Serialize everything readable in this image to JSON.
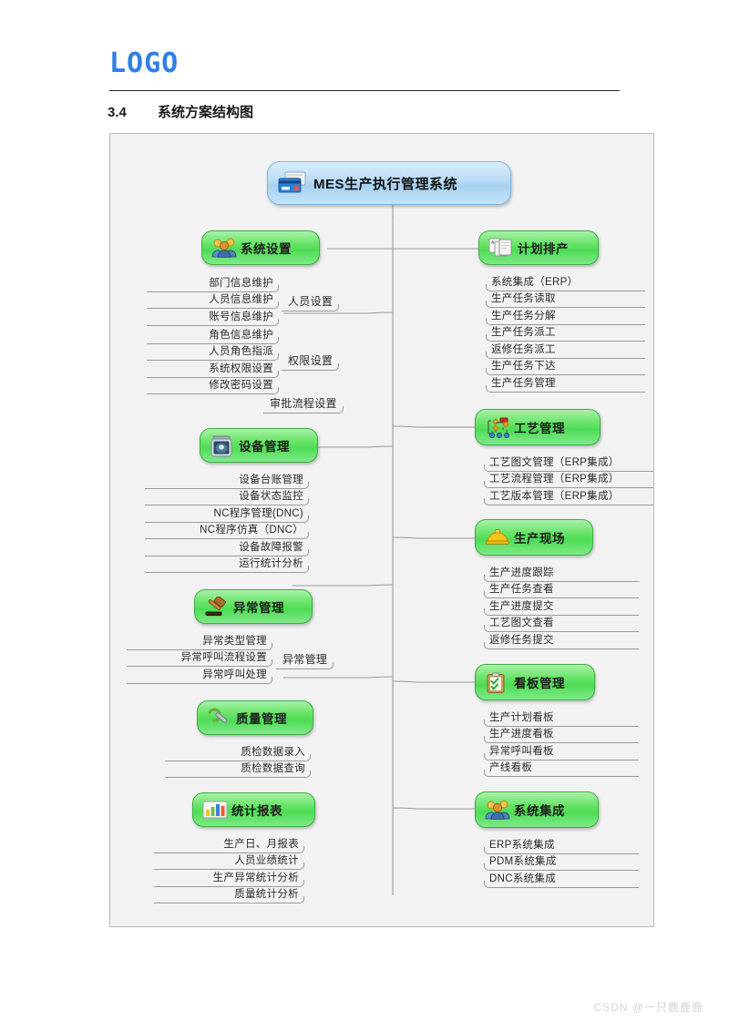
{
  "header": {
    "logo": "LOGO",
    "section_number": "3.4",
    "section_title": "系统方案结构图"
  },
  "watermark": "CSDN @一只鹿鹿鹿",
  "colors": {
    "logo_blue": "#2f7fe8",
    "node_green": "#4edc55",
    "node_green_border": "#3fae43",
    "root_blue": "#a6d1f2",
    "root_blue_border": "#7fb6dd",
    "frame_bg": "#f2f2f2",
    "frame_border": "#b9b9b9",
    "wire": "#9a9a9a",
    "text": "#2b2b2b"
  },
  "diagram": {
    "root": {
      "label": "MES生产执行管理系统",
      "icon": "cards-icon"
    },
    "left_branches": [
      {
        "label": "系统设置",
        "icon": "users-group-icon",
        "groups": [
          {
            "label": "人员设置",
            "items": [
              "部门信息维护",
              "人员信息维护",
              "账号信息维护"
            ]
          },
          {
            "label": "权限设置",
            "items": [
              "角色信息维护",
              "人员角色指派",
              "系统权限设置",
              "修改密码设置"
            ]
          },
          {
            "label": "审批流程设置",
            "items": []
          }
        ]
      },
      {
        "label": "设备管理",
        "icon": "machine-icon",
        "groups": [
          {
            "label": "",
            "items": [
              "设备台账管理",
              "设备状态监控",
              "NC程序管理(DNC)",
              "NC程序仿真（DNC）",
              "设备故障报警",
              "运行统计分析"
            ]
          }
        ]
      },
      {
        "label": "异常管理",
        "icon": "gavel-icon",
        "groups": [
          {
            "label": "异常管理",
            "items": [
              "异常类型管理",
              "异常呼叫流程设置",
              "异常呼叫处理"
            ]
          }
        ]
      },
      {
        "label": "质量管理",
        "icon": "caliper-icon",
        "groups": [
          {
            "label": "",
            "items": [
              "质检数据录入",
              "质检数据查询"
            ]
          }
        ]
      },
      {
        "label": "统计报表",
        "icon": "bar-chart-icon",
        "groups": [
          {
            "label": "",
            "items": [
              "生产日、月报表",
              "人员业绩统计",
              "生产异常统计分析",
              "质量统计分析"
            ]
          }
        ]
      }
    ],
    "right_branches": [
      {
        "label": "计划排产",
        "icon": "documents-icon",
        "items": [
          "系统集成（ERP）",
          "生产任务读取",
          "生产任务分解",
          "生产任务派工",
          "返修任务派工",
          "生产任务下达",
          "生产任务管理"
        ]
      },
      {
        "label": "工艺管理",
        "icon": "flowchart-icon",
        "items": [
          "工艺图文管理（ERP集成）",
          "工艺流程管理（ERP集成）",
          "工艺版本管理（ERP集成）"
        ]
      },
      {
        "label": "生产现场",
        "icon": "helmet-icon",
        "items": [
          "生产进度跟踪",
          "生产任务查看",
          "生产进度提交",
          "工艺图文查看",
          "返修任务提交"
        ]
      },
      {
        "label": "看板管理",
        "icon": "clipboard-check-icon",
        "items": [
          "生产计划看板",
          "生产进度看板",
          "异常呼叫看板",
          "产线看板"
        ]
      },
      {
        "label": "系统集成",
        "icon": "users-group-icon",
        "items": [
          "ERP系统集成",
          "PDM系统集成",
          "DNC系统集成"
        ]
      }
    ]
  }
}
